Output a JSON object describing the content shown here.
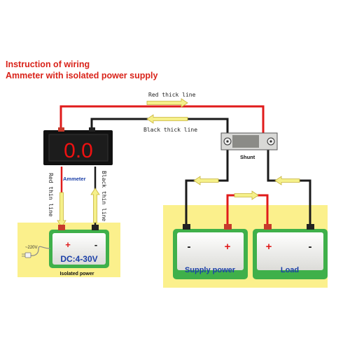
{
  "title": "Instruction of wiring",
  "subtitle": "Ammeter with isolated power supply",
  "labels": {
    "red_thick": "Red thick line",
    "black_thick": "Black thick line",
    "ammeter": "Ammeter",
    "display": "0.0",
    "red_thin": "Red thin line",
    "black_thin": "Black thin line",
    "shunt": "Shunt",
    "ac_input": "~220V",
    "dc_range": "DC:4-30V",
    "isolated_power": "Isolated power",
    "supply_power": "Supply power",
    "load": "Load",
    "plus": "+",
    "minus": "-"
  },
  "colors": {
    "title": "#d9231a",
    "red_wire": "#e01b1b",
    "black_wire": "#1a1a1a",
    "arrow_fill": "#f5f08a",
    "arrow_stroke": "#c8b43a",
    "panel": "#fbf08c",
    "battery_green": "#3fb04a",
    "battery_face": "#f1f1ee",
    "display_digit": "#ee1111",
    "label_blue": "#1b3fa8"
  }
}
